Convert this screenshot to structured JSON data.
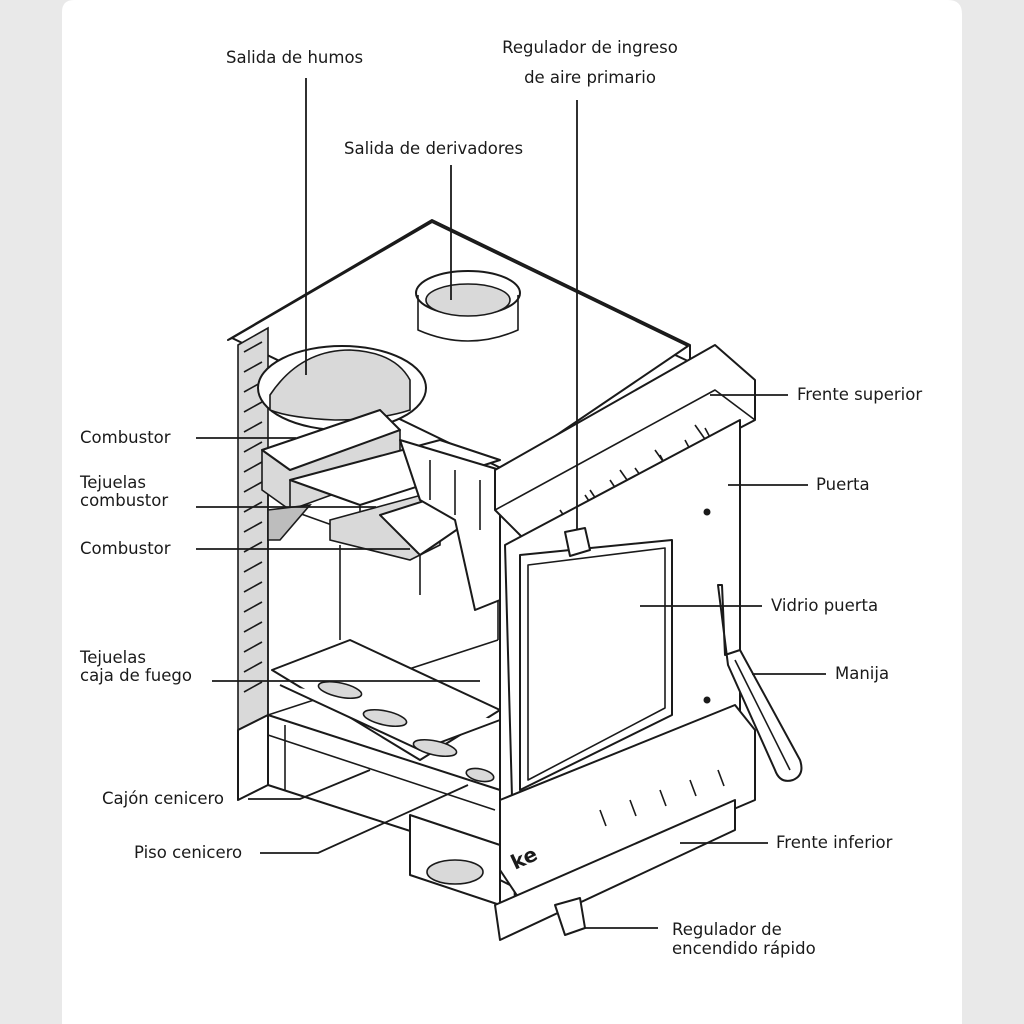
{
  "labels": {
    "salida_humos": "Salida de humos",
    "regulador_aire_1": "Regulador de ingreso",
    "regulador_aire_2": "de aire primario",
    "salida_derivadores": "Salida de derivadores",
    "frente_superior": "Frente superior",
    "combustor_1": "Combustor",
    "tejuelas_combustor_1": "Tejuelas",
    "tejuelas_combustor_2": "combustor",
    "combustor_2": "Combustor",
    "puerta": "Puerta",
    "vidrio_puerta": "Vidrio puerta",
    "tejuelas_caja_1": "Tejuelas",
    "tejuelas_caja_2": "caja de fuego",
    "manija": "Manija",
    "cajon_cenicero": "Cajón cenicero",
    "piso_cenicero": "Piso cenicero",
    "frente_inferior": "Frente inferior",
    "regulador_encendido_1": "Regulador de",
    "regulador_encendido_2": "encendido rápido"
  },
  "logo_text": "ke"
}
